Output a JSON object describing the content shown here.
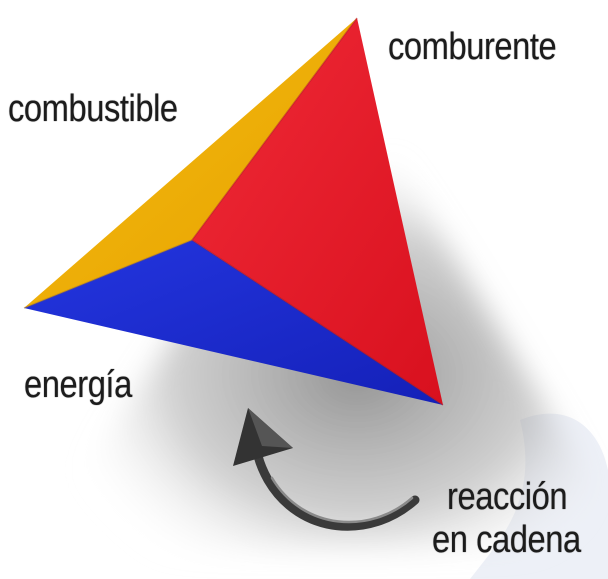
{
  "diagram": {
    "labels": {
      "comburente": "comburente",
      "combustible": "combustible",
      "energia": "energía",
      "reaccion_line1": "reacción",
      "reaccion_line2": "en cadena"
    },
    "faces": [
      {
        "name": "comburente",
        "color": "#e8192c"
      },
      {
        "name": "combustible",
        "color": "#f0b400"
      },
      {
        "name": "energia",
        "color": "#1c2bd6"
      }
    ],
    "shadow_color": "#8a8a8a",
    "arrow_color": "#3a3a3a",
    "watermark_color": "#d6dbea"
  }
}
